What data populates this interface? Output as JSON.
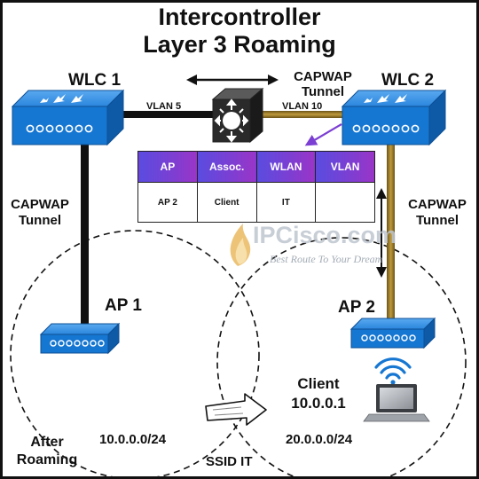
{
  "title": {
    "line1": "Intercontroller",
    "line2": "Layer 3 Roaming"
  },
  "wlc1": {
    "label": "WLC 1"
  },
  "wlc2": {
    "label": "WLC 2"
  },
  "capwap_top": {
    "line1": "CAPWAP",
    "line2": "Tunnel"
  },
  "capwap_left": {
    "line1": "CAPWAP",
    "line2": "Tunnel"
  },
  "capwap_right": {
    "line1": "CAPWAP",
    "line2": "Tunnel"
  },
  "vlan_left": "VLAN 5",
  "vlan_right": "VLAN 10",
  "table": {
    "headers": [
      "AP",
      "Assoc.",
      "WLAN",
      "VLAN"
    ],
    "row": [
      "AP 2",
      "Client",
      "IT",
      ""
    ]
  },
  "ap1": {
    "label": "AP 1"
  },
  "ap2": {
    "label": "AP 2"
  },
  "client": {
    "line1": "Client",
    "line2": "10.0.0.1"
  },
  "subnet_left": "10.0.0.0/24",
  "subnet_right": "20.0.0.0/24",
  "after_roaming": {
    "line1": "After",
    "line2": "Roaming"
  },
  "ssid": "SSID IT",
  "watermark": {
    "brand": "IPCisco.com",
    "tagline": "Best Route To Your Dream"
  },
  "colors": {
    "device_blue": "#1677d2",
    "link_gold": "#9a7a2a",
    "purple": "#7b3fd3",
    "link_black": "#111111"
  }
}
